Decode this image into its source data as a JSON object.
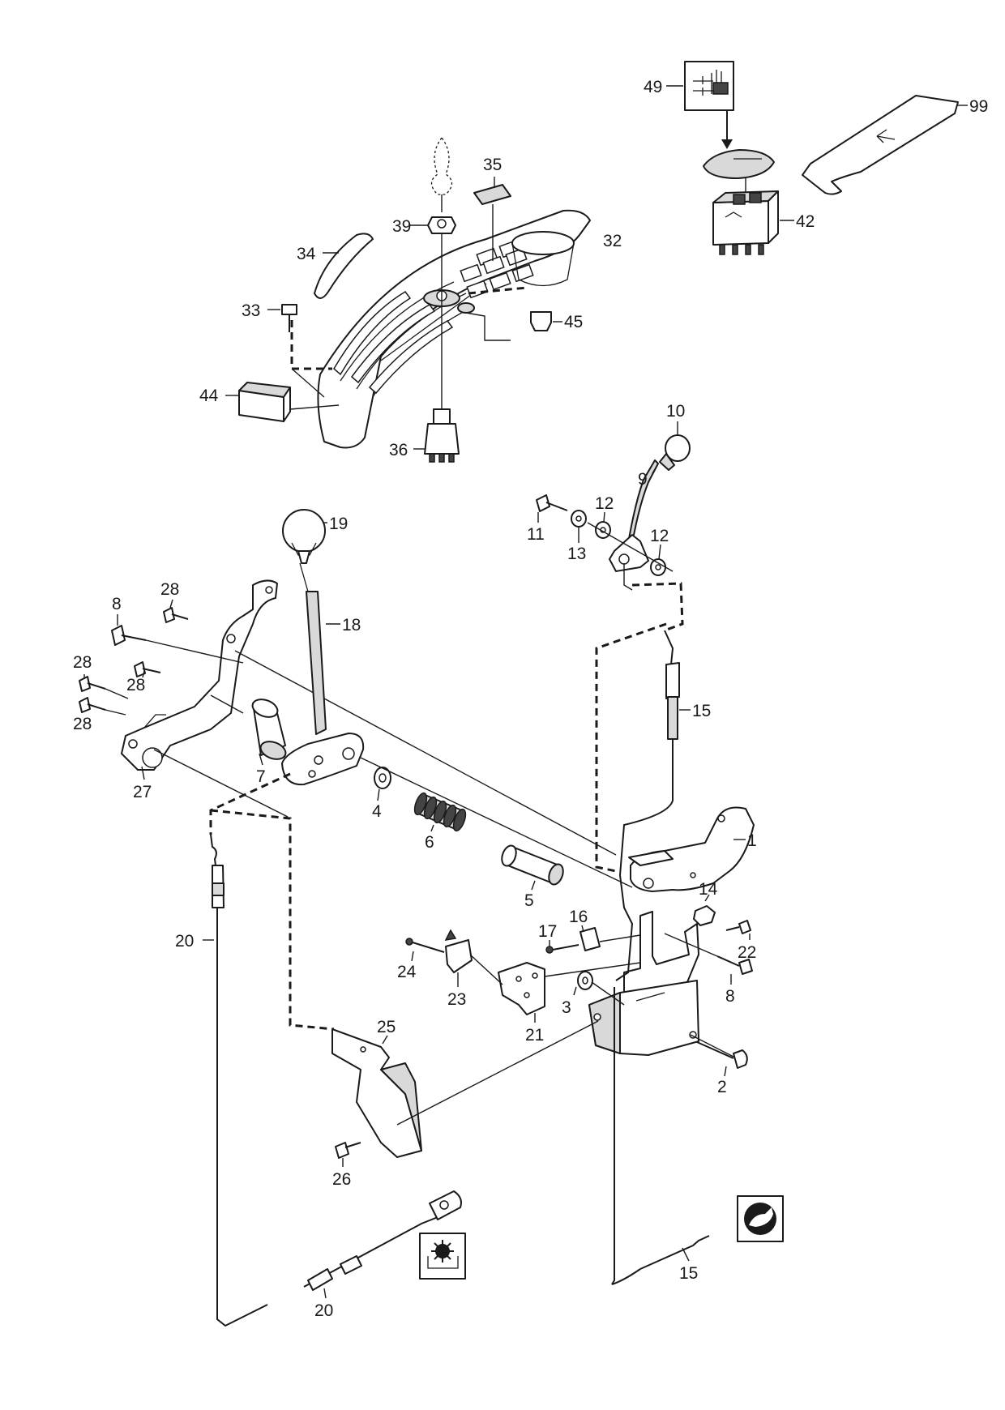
{
  "labels": [
    {
      "id": "1",
      "text": "1"
    },
    {
      "id": "2",
      "text": "2"
    },
    {
      "id": "3",
      "text": "3"
    },
    {
      "id": "4",
      "text": "4"
    },
    {
      "id": "5",
      "text": "5"
    },
    {
      "id": "6",
      "text": "6"
    },
    {
      "id": "7",
      "text": "7"
    },
    {
      "id": "8a",
      "text": "8"
    },
    {
      "id": "8b",
      "text": "8"
    },
    {
      "id": "9",
      "text": "9"
    },
    {
      "id": "10",
      "text": "10"
    },
    {
      "id": "11",
      "text": "11"
    },
    {
      "id": "12a",
      "text": "12"
    },
    {
      "id": "12b",
      "text": "12"
    },
    {
      "id": "13",
      "text": "13"
    },
    {
      "id": "14",
      "text": "14"
    },
    {
      "id": "15a",
      "text": "15"
    },
    {
      "id": "15b",
      "text": "15"
    },
    {
      "id": "16",
      "text": "16"
    },
    {
      "id": "17",
      "text": "17"
    },
    {
      "id": "18",
      "text": "18"
    },
    {
      "id": "19",
      "text": "19"
    },
    {
      "id": "20a",
      "text": "20"
    },
    {
      "id": "20b",
      "text": "20"
    },
    {
      "id": "21",
      "text": "21"
    },
    {
      "id": "22",
      "text": "22"
    },
    {
      "id": "23",
      "text": "23"
    },
    {
      "id": "24",
      "text": "24"
    },
    {
      "id": "25",
      "text": "25"
    },
    {
      "id": "26",
      "text": "26"
    },
    {
      "id": "27",
      "text": "27"
    },
    {
      "id": "28a",
      "text": "28"
    },
    {
      "id": "28b",
      "text": "28"
    },
    {
      "id": "28c",
      "text": "28"
    },
    {
      "id": "28d",
      "text": "28"
    },
    {
      "id": "32",
      "text": "32"
    },
    {
      "id": "33",
      "text": "33"
    },
    {
      "id": "34",
      "text": "34"
    },
    {
      "id": "35",
      "text": "35"
    },
    {
      "id": "36",
      "text": "36"
    },
    {
      "id": "39",
      "text": "39"
    },
    {
      "id": "42",
      "text": "42"
    },
    {
      "id": "44",
      "text": "44"
    },
    {
      "id": "45",
      "text": "45"
    },
    {
      "id": "49",
      "text": "49"
    },
    {
      "id": "99",
      "text": "99"
    }
  ],
  "symbols": [
    {
      "id": "cutting-height",
      "icon": "cutting-height-symbol-icon"
    },
    {
      "id": "pto-engage",
      "icon": "pto-engage-symbol-icon"
    },
    {
      "id": "rabbit-fast",
      "icon": "rabbit-speed-symbol-icon"
    }
  ],
  "colors": {
    "ink": "#1a1a1a",
    "paper": "#ffffff"
  }
}
